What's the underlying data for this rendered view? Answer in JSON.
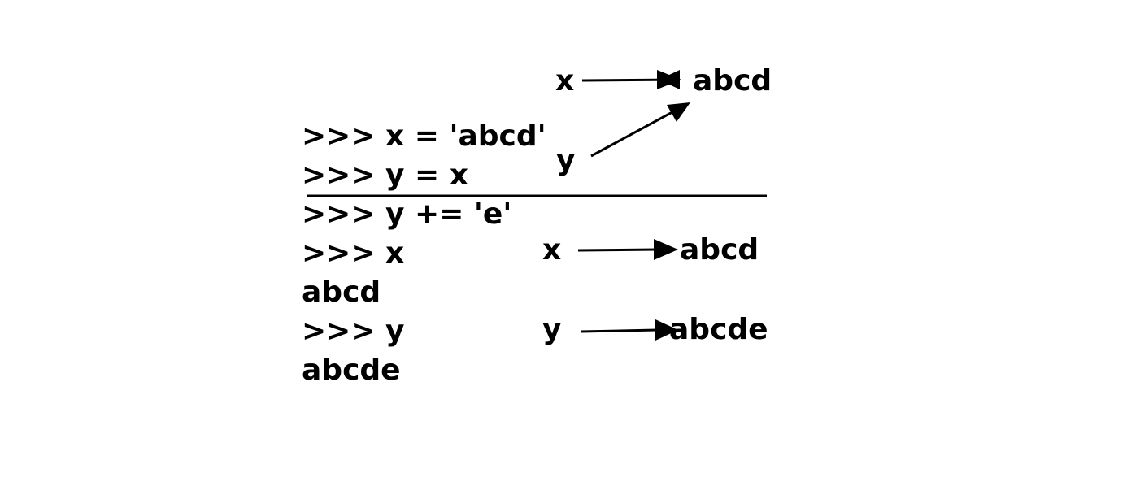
{
  "top_section": {
    "code": [
      ">>> x = 'abcd'",
      ">>> y = x"
    ],
    "var_x": "x",
    "var_y": "y",
    "value": "abcd"
  },
  "bottom_section": {
    "code": [
      ">>> y += 'e'",
      ">>> x",
      "abcd",
      ">>> y",
      "abcde"
    ],
    "var_x": "x",
    "var_y": "y",
    "value_x": "abcd",
    "value_y": "abcde"
  },
  "colors": {
    "ink": "#000000",
    "background": "#ffffff"
  }
}
